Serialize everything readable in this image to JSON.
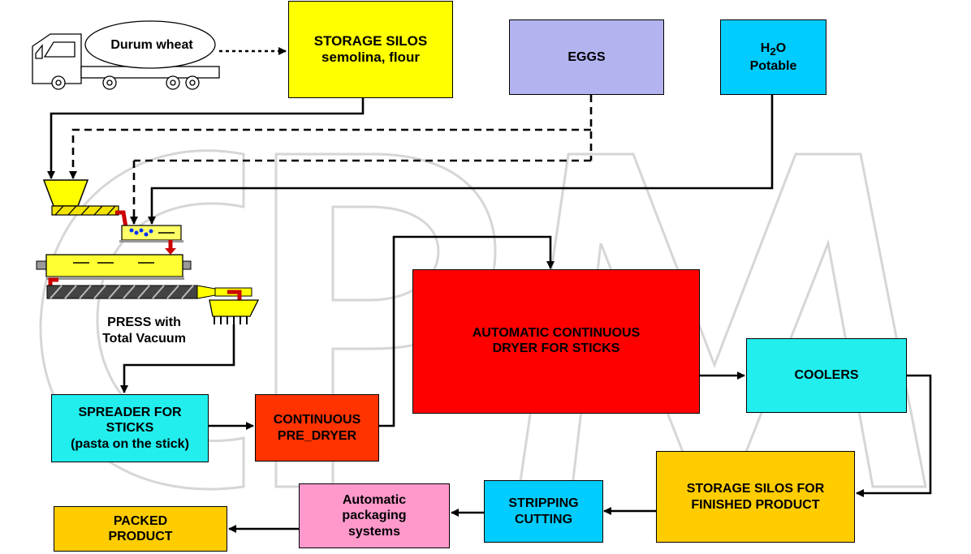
{
  "truck": {
    "label": "Durum wheat"
  },
  "nodes": {
    "storage_silos": {
      "line1": "STORAGE SILOS",
      "line2": "semolina, flour",
      "color": "#FFFF00"
    },
    "eggs": {
      "label": "EGGS",
      "color": "#B3B3F0"
    },
    "water": {
      "h": "H",
      "sub": "2",
      "o": "O",
      "line2": "Potable",
      "color": "#00CCFF"
    },
    "press": {
      "line1": "PRESS  with",
      "line2": "Total Vacuum"
    },
    "spreader": {
      "line1": "SPREADER FOR",
      "line2": "STICKS",
      "line3": "(pasta on the stick)",
      "color": "#22EEEE"
    },
    "pre_dryer": {
      "line1": "CONTINUOUS",
      "line2": "PRE_DRYER",
      "color": "#FF3300"
    },
    "dryer": {
      "line1": "AUTOMATIC CONTINUOUS",
      "line2": "DRYER FOR STICKS",
      "color": "#FF0000"
    },
    "coolers": {
      "label": "COOLERS",
      "color": "#22EEEE"
    },
    "storage_finished": {
      "line1": "STORAGE SILOS FOR",
      "line2": "FINISHED PRODUCT",
      "color": "#FFCC00"
    },
    "stripping": {
      "line1": "STRIPPING",
      "line2": "CUTTING",
      "color": "#00CCFF"
    },
    "packaging": {
      "line1": "Automatic",
      "line2": "packaging",
      "line3": "systems",
      "color": "#FF99CC"
    },
    "packed": {
      "line1": "PACKED",
      "line2": "PRODUCT",
      "color": "#FFCC00"
    }
  },
  "watermark": {
    "letters": "CPM"
  }
}
